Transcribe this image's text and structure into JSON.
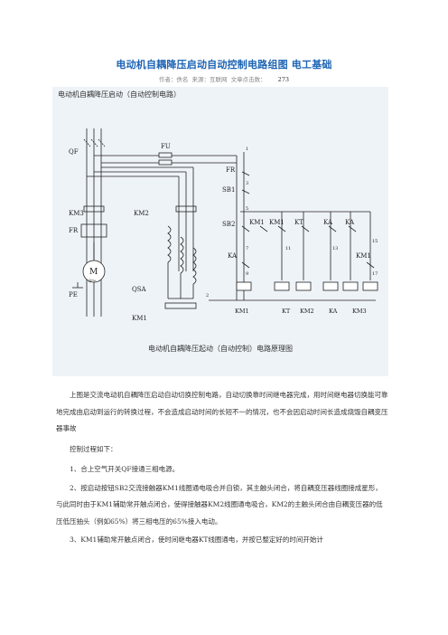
{
  "article": {
    "title": "电动机自耦降压启动自动控制电路组图 电工基础",
    "meta": {
      "author": "作者：佚名",
      "source": "来源：互联网",
      "hits_label": "文章点击数：",
      "hits": "273"
    },
    "section_title": "电动机自耦降压启动（自动控制电路）",
    "figure_caption": "电动机自耦降压起动（自动控制）电路原理图",
    "paragraphs": [
      "上图是交流电动机自耦降压启动自动切换控制电路，自动切换靠时间继电器完成，用时间继电器切换能可靠地完成由启动到运行的转换过程，不会造成启动时间的长短不一的情况，也不会因启动时间长造成烧毁自耦变压器事故",
      "控制过程如下："
    ],
    "steps": [
      "1、合上空气开关QF接通三相电源。",
      "2、按启动按钮SB2交流接触器KM1线圈通电吸合并自锁，其主触头闭合，将自耦变压器线圈接成星形，与此同时由于KM1辅助常开触点闭合，使得接触器KM2线圈通电吸合，KM2的主触头闭合由自耦变压器的低压低压抽头（例如65%）将三相电压的65%接入电动。",
      "3、KM1辅助常开触点闭合，使时间继电器KT线圈通电，并按已整定好的时间开始计"
    ]
  },
  "diagram": {
    "labels": {
      "QF": "QF",
      "FU": "FU",
      "FR": "FR",
      "SB1": "SB1",
      "SB2": "SB2",
      "KM3": "KM3",
      "KM2": "KM2",
      "KM1": "KM1",
      "KT": "KT",
      "KA": "KA",
      "M": "M",
      "M_sub": "3～",
      "PE": "PE",
      "QSA": "QSA"
    },
    "node_numbers": [
      "1",
      "3",
      "5",
      "7",
      "9",
      "11",
      "13",
      "15",
      "17",
      "2"
    ],
    "coils": [
      "KM1",
      "KT",
      "KM2",
      "KA",
      "KM3"
    ]
  }
}
